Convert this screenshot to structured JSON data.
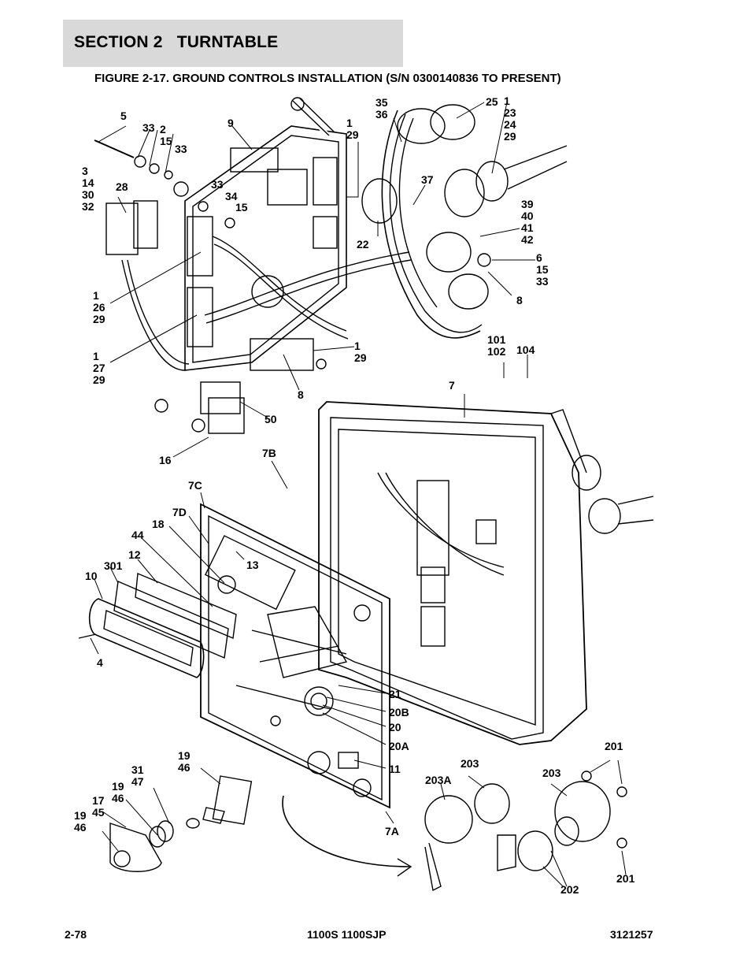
{
  "section": {
    "title": "SECTION 2   TURNTABLE"
  },
  "figure": {
    "title": "FIGURE 2-17. GROUND CONTROLS INSTALLATION (S/N 0300140836 TO PRESENT)"
  },
  "callouts": [
    "5",
    "33",
    "2\n15",
    "33",
    "9",
    "1\n29",
    "35\n36",
    "25",
    "1\n23\n24\n29",
    "3\n14\n30\n32",
    "28",
    "33",
    "34",
    "15",
    "22",
    "37",
    "39\n40\n41\n42",
    "6\n15\n33",
    "8",
    "1\n26\n29",
    "1\n27\n29",
    "1\n29",
    "8",
    "101\n102",
    "104",
    "7",
    "50",
    "16",
    "7B",
    "7C",
    "7D",
    "18",
    "44",
    "12",
    "301",
    "10",
    "13",
    "4",
    "21",
    "20B",
    "20",
    "20A",
    "11",
    "19\n46",
    "31\n47",
    "19\n46",
    "17\n45",
    "19\n46",
    "203",
    "203A",
    "203",
    "201",
    "202",
    "201",
    "7A"
  ],
  "footer": {
    "left": "2-78",
    "center": "1100S 1100SJP",
    "right": "3121257"
  }
}
